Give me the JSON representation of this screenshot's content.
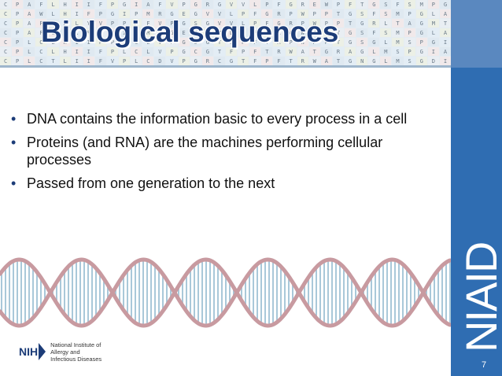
{
  "slide": {
    "title": "Biological sequences",
    "bullets": [
      "DNA contains the information basic to every process in a cell",
      "Proteins (and RNA) are the machines performing cellular processes",
      "Passed from one generation to the next"
    ],
    "page_number": "7"
  },
  "banner": {
    "rows": [
      "CPAFLHIIFPGIAFVPGRGVVLPFGREWPFTGSFSMPGLAQ",
      "CPAWLHIFPGIPMRGEGVVLPFGRPWPPTGSFSMPGLAQ",
      "CPAFLHLYVPPAFVPGSGVVLPFGRPWPPTGRLTAGMTAV",
      "CPAFLHIFPGIPMRGEGVVLPFGRAWPPTGSFSMPGLAQ",
      "CPLCLHIIFPLCLVPGSGTFPFTAPWPPTGSGLMSPGIAE",
      "CPLCLHIIFPLCLVPGCGTFPFTRWATGRAGLMSPGIAE",
      "CPLCTLIIFVPLCDVPGRCGTFPFTRWATGNGLMSGDIAE"
    ]
  },
  "branding": {
    "institute_label": "NIAID",
    "nih_label": "NIH",
    "nih_name_lines": [
      "National Institute of",
      "Allergy and",
      "Infectious Diseases"
    ]
  },
  "dna": {
    "colors": {
      "strand": "#c89aa0",
      "bond": "#a9c8d9",
      "accent": "#b9d4e4"
    }
  },
  "theme": {
    "accent": "#2f6db2",
    "title_color": "#1c3c78"
  }
}
